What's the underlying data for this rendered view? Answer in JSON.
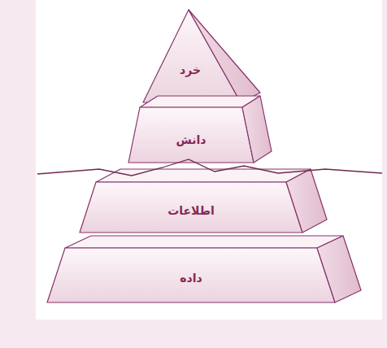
{
  "diagram": {
    "nodes": [
      {
        "text": [
          "خرد"
        ]
      },
      {
        "text": [
          "دانش"
        ]
      },
      {
        "text": [
          "اطلاعات"
        ]
      },
      {
        "text": [
          "داده"
        ]
      }
    ]
  }
}
